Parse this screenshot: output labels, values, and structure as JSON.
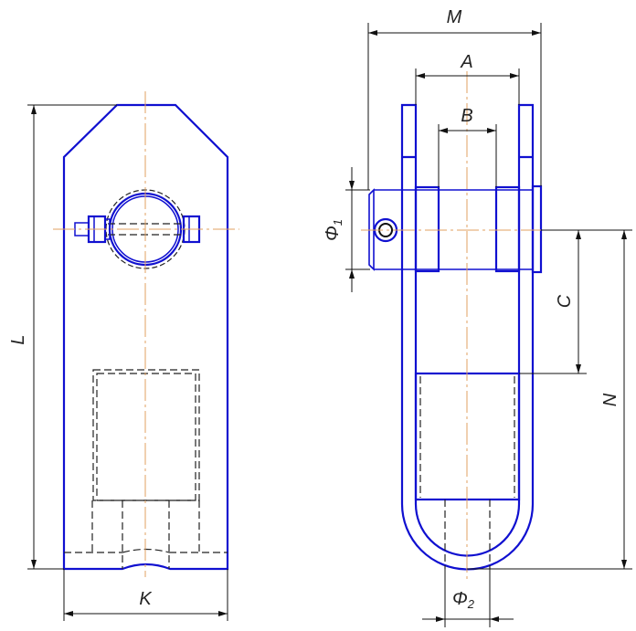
{
  "drawing": {
    "front_view": {
      "dimensions": {
        "length": "L",
        "width": "K"
      }
    },
    "side_view": {
      "dimensions": {
        "overall_width": "M",
        "inner_width": "A",
        "bushing_gap": "B",
        "pin_diameter": "Φ",
        "pin_diameter_sub": "1",
        "pin_to_block": "C",
        "pin_to_bottom": "N",
        "bore_diameter": "Φ",
        "bore_diameter_sub": "2"
      }
    },
    "colors": {
      "outline": "#1010d0",
      "centerline": "#e0a060",
      "dimension": "#111111"
    }
  }
}
